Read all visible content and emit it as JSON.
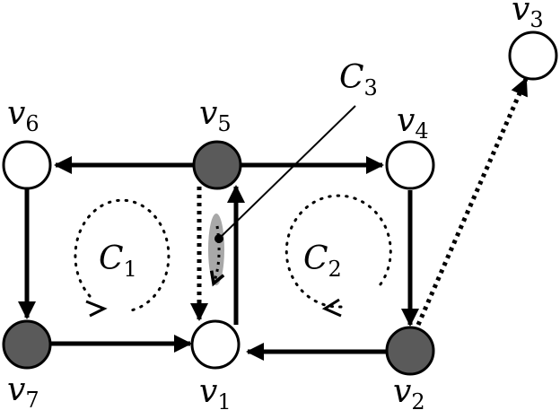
{
  "nodes": [
    {
      "id": "v1",
      "label": "v",
      "sub": "1",
      "filled": false
    },
    {
      "id": "v2",
      "label": "v",
      "sub": "2",
      "filled": true
    },
    {
      "id": "v3",
      "label": "v",
      "sub": "3",
      "filled": false
    },
    {
      "id": "v4",
      "label": "v",
      "sub": "4",
      "filled": false
    },
    {
      "id": "v5",
      "label": "v",
      "sub": "5",
      "filled": true
    },
    {
      "id": "v6",
      "label": "v",
      "sub": "6",
      "filled": false
    },
    {
      "id": "v7",
      "label": "v",
      "sub": "7",
      "filled": true
    }
  ],
  "edges": [
    {
      "from": "v5",
      "to": "v6",
      "style": "solid"
    },
    {
      "from": "v5",
      "to": "v4",
      "style": "solid"
    },
    {
      "from": "v6",
      "to": "v7",
      "style": "solid"
    },
    {
      "from": "v7",
      "to": "v1",
      "style": "solid"
    },
    {
      "from": "v1",
      "to": "v5",
      "style": "solid"
    },
    {
      "from": "v4",
      "to": "v2",
      "style": "solid"
    },
    {
      "from": "v2",
      "to": "v1",
      "style": "solid"
    },
    {
      "from": "v5",
      "to": "v1",
      "style": "dotted"
    },
    {
      "from": "v2",
      "to": "v3",
      "style": "dotted"
    }
  ],
  "cycles": [
    {
      "label": "C",
      "sub": "1"
    },
    {
      "label": "C",
      "sub": "2"
    },
    {
      "label": "C",
      "sub": "3"
    }
  ],
  "colors": {
    "filled_node": "#5a5a5a",
    "highlight": "#a8a8a8"
  }
}
